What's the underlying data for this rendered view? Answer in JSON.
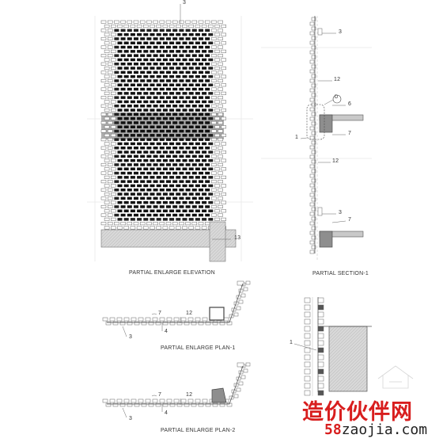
{
  "titles": {
    "elevation": "PARTIAL ENLARGE ELEVATION",
    "section": "PARTIAL SECTION-1",
    "plan1": "PARTIAL ENLARGE PLAN-1",
    "plan2": "PARTIAL ENLARGE PLAN-2"
  },
  "callouts": {
    "elev_top": "3",
    "elev_base": "13",
    "sec_3a": "3",
    "sec_12a": "12",
    "sec_detail": "D",
    "sec_6": "6",
    "sec_1": "1",
    "sec_7a": "7",
    "sec_12b": "12",
    "sec_3b": "3",
    "sec_7b": "7",
    "p1_7": "7",
    "p1_12": "12",
    "p1_4": "4",
    "p1_3": "3",
    "detail_1": "1",
    "p2_7": "7",
    "p2_12": "12",
    "p2_4": "4",
    "p2_3": "3"
  },
  "watermark": {
    "chinese": "造价伙伴网",
    "url": "58zaojia.com"
  },
  "colors": {
    "line": "#555555",
    "brick_dark": "#111111",
    "hatch": "#cfcfcf",
    "band": "#9a9a9a",
    "watermark": "#d81e1e"
  }
}
